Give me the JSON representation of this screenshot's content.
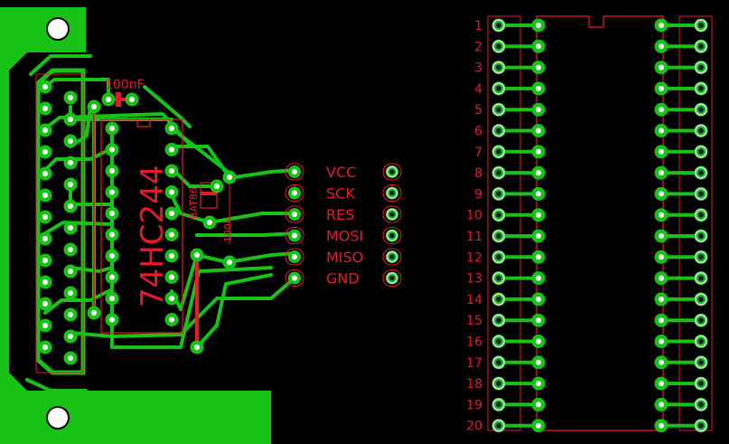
{
  "colors": {
    "background": "#000000",
    "copper": "#16c316",
    "silkscreen": "#e8192c",
    "pad_ring": "#d8d8d8",
    "drill": "#0b1a3c"
  },
  "labels": {
    "capacitor": "100nF",
    "diode": "BAT86",
    "resistor": "100k",
    "ic_name": "74HC244",
    "board_title": "AVR ISP 6"
  },
  "isp_signals": [
    "VCC",
    "SCK",
    "RES",
    "MOSI",
    "MISO",
    "GND"
  ],
  "socket_pins": [
    "1",
    "2",
    "3",
    "4",
    "5",
    "6",
    "7",
    "8",
    "9",
    "10",
    "11",
    "12",
    "13",
    "14",
    "15",
    "16",
    "17",
    "18",
    "19",
    "20"
  ]
}
